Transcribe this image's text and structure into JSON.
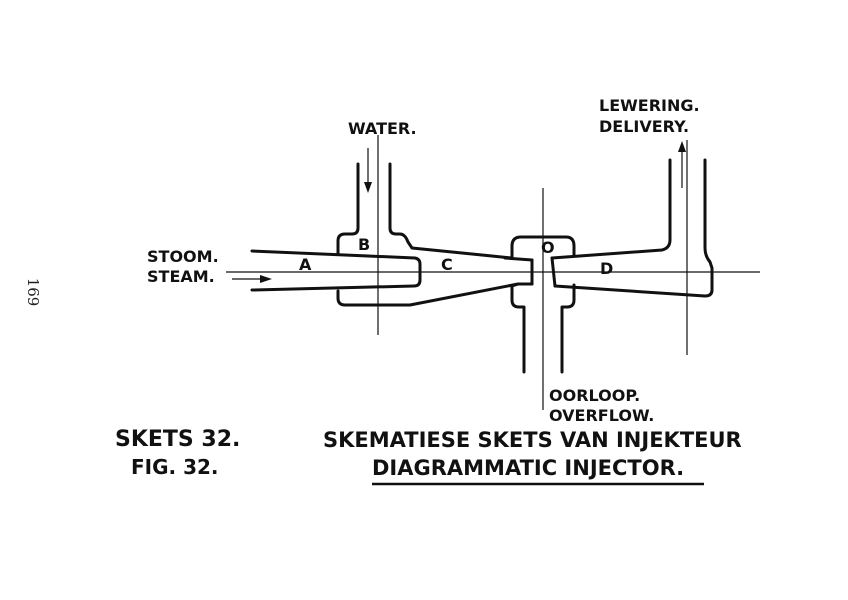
{
  "page_number": "169",
  "labels": {
    "water": "WATER.",
    "delivery_af": "LEWERING.",
    "delivery_en": "DELIVERY.",
    "steam_af": "STOOM.",
    "steam_en": "STEAM.",
    "overflow_af": "OORLOOP.",
    "overflow_en": "OVERFLOW.",
    "part_a": "A",
    "part_b": "B",
    "part_c": "C",
    "part_o": "O",
    "part_d": "D"
  },
  "caption": {
    "fig_af": "SKETS 32.",
    "fig_en": "FIG. 32.",
    "title_af": "SKEMATIESE SKETS VAN INJEKTEUR",
    "title_en": "DIAGRAMMATIC INJECTOR."
  }
}
